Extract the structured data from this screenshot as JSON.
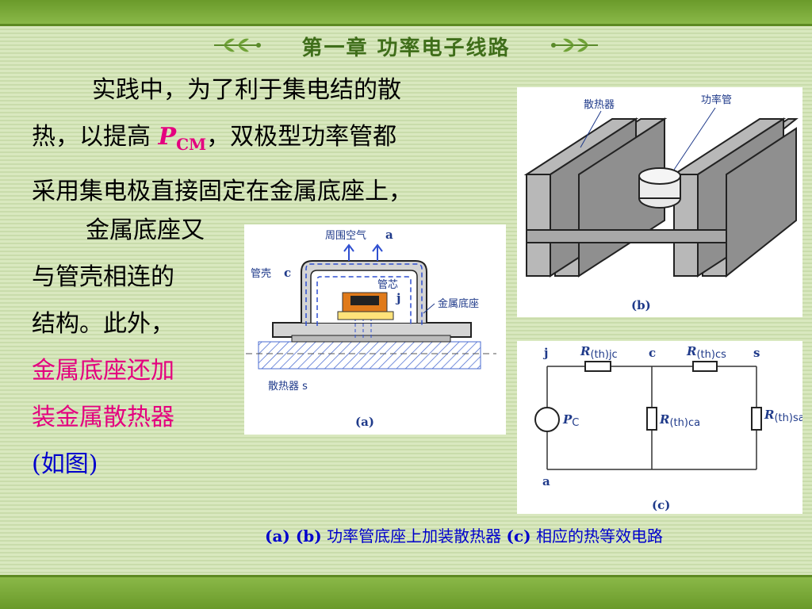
{
  "header": {
    "title": "第一章  功率电子线路"
  },
  "text": {
    "p1_line1": "实践中，为了利于集电结的散",
    "p1_line2_pre": "热，以提高 ",
    "pcm_main": "P",
    "pcm_sub": "CM",
    "p1_line2_post": "，双极型功率管都",
    "p1_line3": "采用集电极直接固定在金属底座上，",
    "p2_line1": "金属底座又",
    "p2_line2": "与管壳相连的",
    "p2_line3": "结构。此外，",
    "p2_red1": "金属底座还加",
    "p2_red2": "装金属散热器",
    "p2_blue": "(如图)"
  },
  "figure_a": {
    "label_air": "周围空气",
    "label_a": "a",
    "label_shell": "管壳",
    "label_c": "c",
    "label_core": "管芯",
    "label_j": "j",
    "label_base": "金属底座",
    "label_sink": "散热器 s",
    "caption": "(a)"
  },
  "figure_b": {
    "label_sink": "散热器",
    "label_tube": "功率管",
    "caption": "(b)"
  },
  "figure_c": {
    "node_j": "j",
    "node_c": "c",
    "node_s": "s",
    "node_a": "a",
    "r_jc": "R",
    "r_jc_sub": "(th)jc",
    "r_cs": "R",
    "r_cs_sub": "(th)cs",
    "r_ca": "R",
    "r_ca_sub": "(th)ca",
    "r_sa": "R",
    "r_sa_sub": "(th)sa",
    "pc": "P",
    "pc_sub": "C",
    "caption": "(c)"
  },
  "caption": {
    "ab": "(a) (b)",
    "ab_text": " 功率管底座上加装散热器  ",
    "c": "(c)",
    "c_text": " 相应的热等效电路"
  },
  "colors": {
    "green_bar": "#6a9a2a",
    "accent_red": "#e4007f",
    "accent_blue": "#0000cc"
  }
}
